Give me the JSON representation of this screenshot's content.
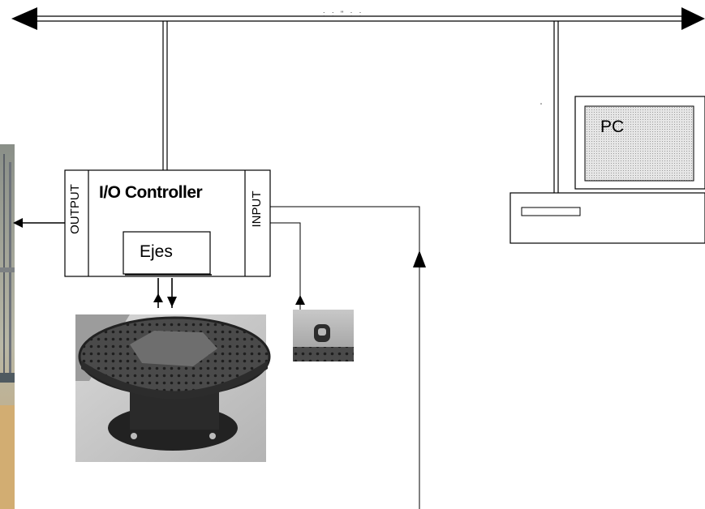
{
  "controller": {
    "title": "I/O Controller",
    "output_label": "OUTPUT",
    "input_label": "INPUT",
    "axes_label": "Ejes"
  },
  "pc": {
    "label": "PC"
  },
  "bus": {
    "mark": ": : \" : :"
  },
  "colors": {
    "line": "#000000",
    "screen_fill": "#d9d9d9",
    "factory_photo": "#c9b48e",
    "turntable_photo": "#3a3a3a"
  }
}
